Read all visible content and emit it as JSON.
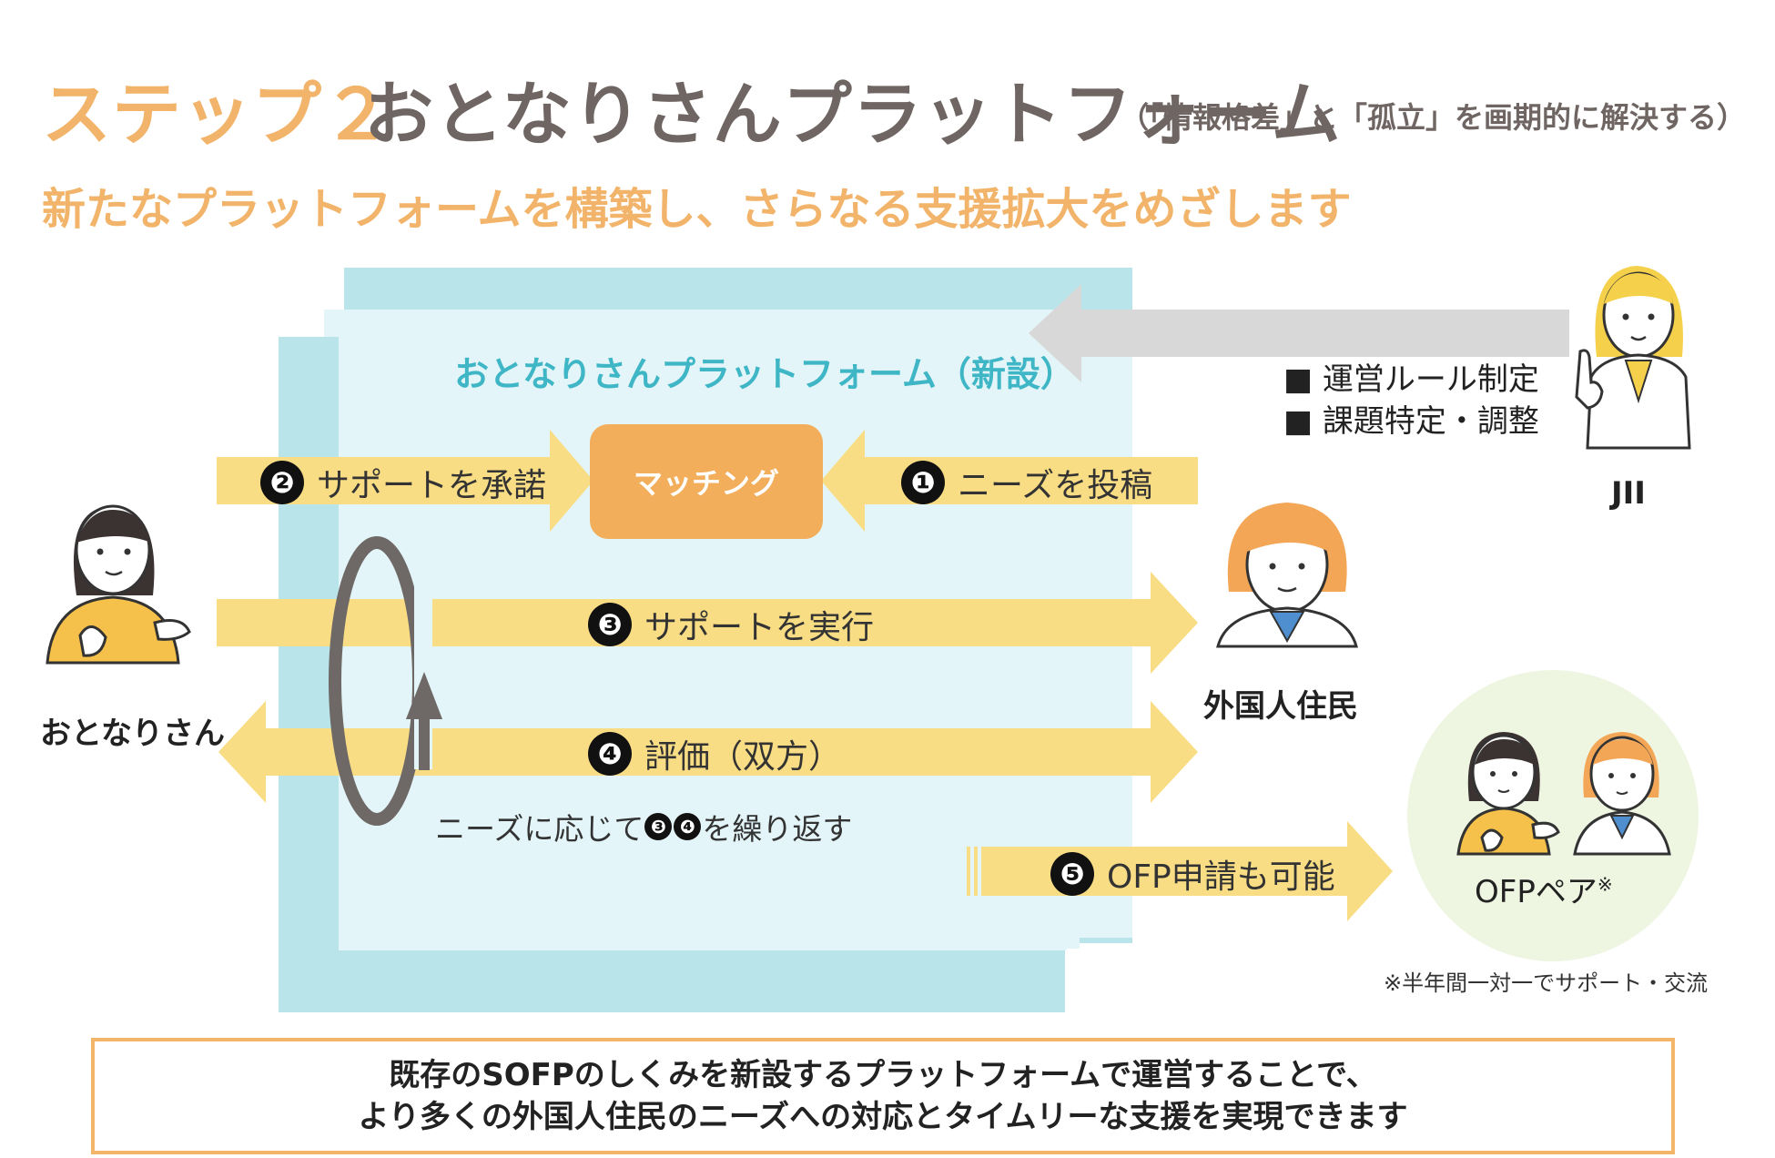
{
  "header": {
    "step_label": "ステップ２",
    "title": "おとなりさんプラットフォーム",
    "title_note": "（「情報格差」と「孤立」を画期的に解決する）",
    "subtitle": "新たなプラットフォームを構築し、さらなる支援拡大をめざします"
  },
  "platform": {
    "title": "おとなりさんプラットフォーム（新設）",
    "matching_label": "マッチング"
  },
  "flows": [
    {
      "number": "❷",
      "label": "サポートを承諾"
    },
    {
      "number": "❶",
      "label": "ニーズを投稿"
    },
    {
      "number": "❸",
      "label": "サポートを実行"
    },
    {
      "number": "❹",
      "label": "評価（双方）"
    },
    {
      "number": "❺",
      "label": "OFP申請も可能"
    }
  ],
  "repeat": {
    "prefix": "ニーズに応じて",
    "n1": "❸",
    "n2": "❹",
    "suffix": "を繰り返す"
  },
  "actors": {
    "neighbor": "おとなりさん",
    "resident": "外国人住民",
    "jii": "JII",
    "ofp_pair": "OFPペア",
    "ofp_mark": "※"
  },
  "jii_tasks": [
    "■ 運営ルール制定",
    "■ 課題特定・調整"
  ],
  "note": "※半年間一対一でサポート・交流",
  "summary": [
    "既存のSOFPのしくみを新設するプラットフォームで運営することで、",
    "より多くの外国人住民のニーズへの対応とタイムリーな支援を実現できます"
  ],
  "colors": {
    "accent_orange": "#f2b46a",
    "title_gray": "#6f6663",
    "platform_teal": "#3eb6c5",
    "platform_bg_dark": "#b8e4ea",
    "platform_bg_light": "#e3f5f8",
    "arrow_yellow": "#f8dd84",
    "arrow_gray": "#d8d8d8",
    "matching_orange": "#f3ae5c",
    "ofp_circle": "#eef5e1"
  }
}
